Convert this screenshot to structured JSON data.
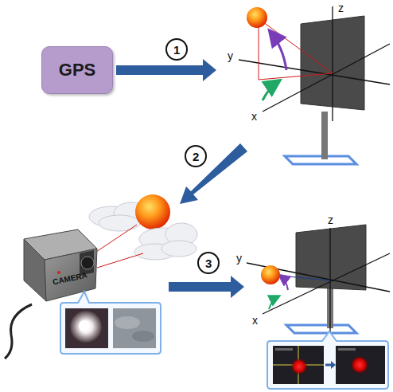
{
  "diagram": {
    "nodes": [
      {
        "text": [
          "GPS"
        ]
      }
    ],
    "labels": [
      "1",
      "z",
      "y",
      "x",
      "2",
      "CAMERA",
      "3",
      "z",
      "y",
      "x"
    ]
  }
}
